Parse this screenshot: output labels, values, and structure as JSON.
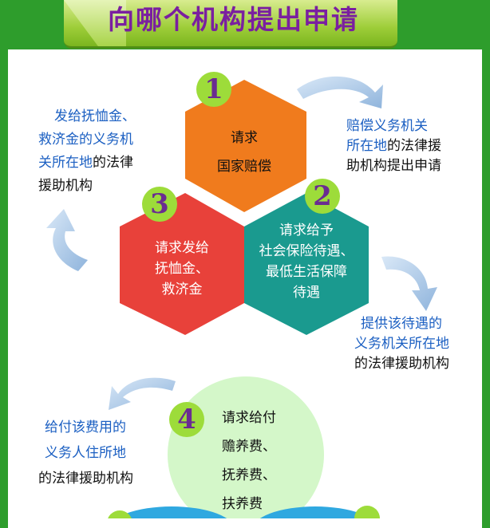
{
  "title": "向哪个机构提出申请",
  "center": {
    "hex1": {
      "number": "1",
      "lines": [
        "请求",
        "国家赔偿"
      ],
      "color": "#f07b1d"
    },
    "hex2": {
      "number": "2",
      "lines": [
        "请求给予",
        "社会保险待遇、",
        "最低生活保障",
        "待遇"
      ],
      "color": "#1a9a8f"
    },
    "hex3": {
      "number": "3",
      "lines": [
        "请求发给",
        "抚恤金、",
        "救济金"
      ],
      "color": "#e8413a"
    }
  },
  "notes": {
    "left_top": {
      "blue_lines": [
        "发给抚恤金、",
        "救济金的义务机",
        "关所在地"
      ],
      "black_tail": "的法律",
      "black_lines": [
        "援助机构"
      ]
    },
    "right_top": {
      "blue_lines": [
        "赔偿义务机关",
        "所在地"
      ],
      "black_tail": "的法律援",
      "black_lines": [
        "助机构提出申请"
      ]
    },
    "right_bottom": {
      "blue_lines": [
        "提供该待遇的",
        "义务机关所在地"
      ],
      "black_lines": [
        "的法律援助机构"
      ]
    },
    "left_bottom": {
      "blue_lines": [
        "给付该费用的",
        "义务人住所地"
      ],
      "black_lines": [
        "的法律援助机构"
      ]
    }
  },
  "circle4": {
    "number": "4",
    "lines": [
      "请求给付",
      "赡养费、",
      "抚养费、",
      "扶养费"
    ]
  },
  "colors": {
    "background": "#2e9d2c",
    "title": "#7a1fa0",
    "blue_text": "#1b5fc2",
    "arrow": "#a9c6e6",
    "circle4": "#d4f7c9"
  }
}
